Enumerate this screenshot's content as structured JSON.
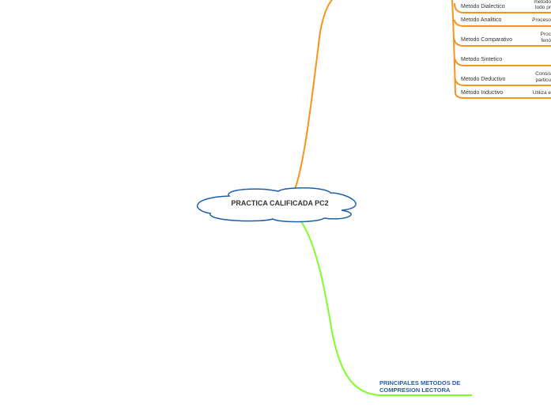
{
  "central_topic": {
    "label": "PRACTICA CALIFICADA PC2"
  },
  "branches": {
    "green": {
      "label": "PRINCIPALES METODOS DE COMPRESION LECTORA"
    }
  },
  "methods": [
    {
      "name": "Metodo Dialectico",
      "desc_lines": [
        "metodo",
        "todo pr"
      ]
    },
    {
      "name": "Metodo Analitico",
      "desc_lines": [
        "Proceso"
      ]
    },
    {
      "name": "Metodo Comparativo",
      "desc_lines": [
        "Proc",
        "fenó"
      ]
    },
    {
      "name": "Metodo Sintetico",
      "desc_lines": []
    },
    {
      "name": "Metodo Deductivo",
      "desc_lines": [
        "Consis",
        "particu"
      ]
    },
    {
      "name": "Método Inductivo",
      "desc_lines": [
        "Utiliza e"
      ]
    }
  ],
  "colors": {
    "orange_branch": "#f7941d",
    "green_branch": "#7fff2a",
    "cloud_stroke": "#1f5fa8",
    "text": "#333333",
    "branch_title": "#2a5fa8"
  }
}
